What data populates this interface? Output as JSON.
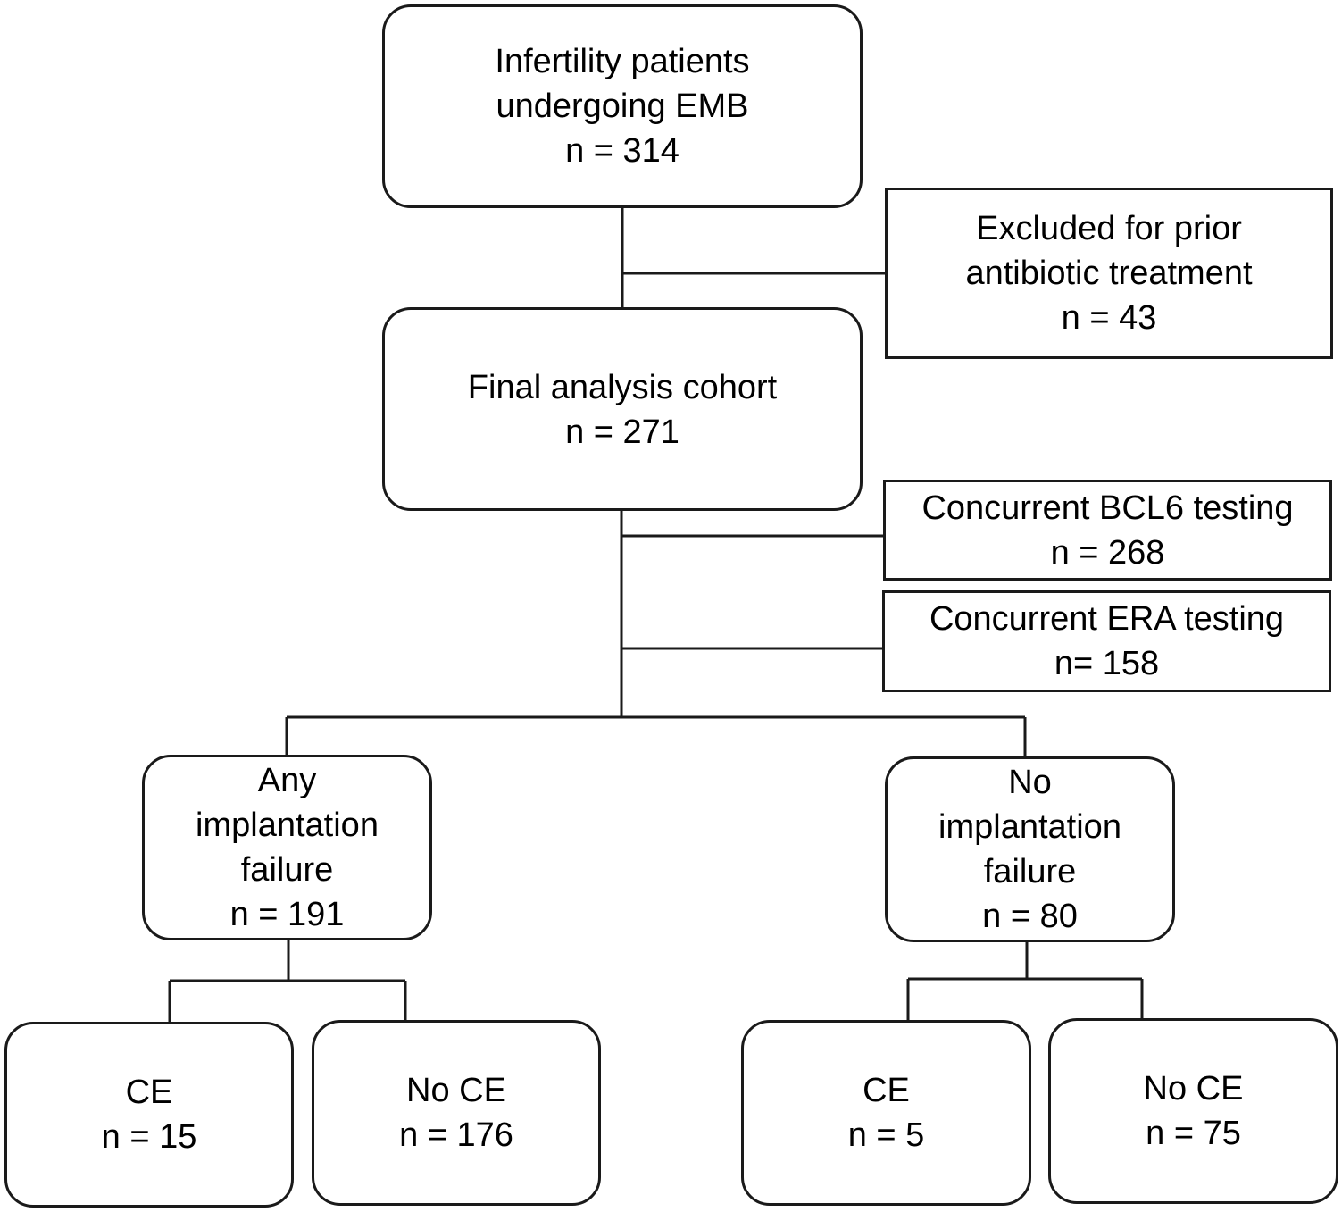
{
  "nodes": {
    "emb": {
      "lines": [
        "Infertility patients",
        "undergoing EMB",
        "n = 314"
      ]
    },
    "excluded": {
      "lines": [
        "Excluded for prior",
        "antibiotic treatment",
        "n = 43"
      ]
    },
    "cohort": {
      "lines": [
        "Final analysis cohort",
        "n = 271"
      ]
    },
    "bcl6": {
      "lines": [
        "Concurrent BCL6 testing",
        "n = 268"
      ]
    },
    "era": {
      "lines": [
        "Concurrent ERA testing",
        "n= 158"
      ]
    },
    "any_failure": {
      "lines": [
        "Any",
        "implantation",
        "failure",
        "n = 191"
      ]
    },
    "no_failure": {
      "lines": [
        "No",
        "implantation",
        "failure",
        "n = 80"
      ]
    },
    "any_ce": {
      "lines": [
        "CE",
        "n = 15"
      ]
    },
    "any_no_ce": {
      "lines": [
        "No CE",
        "n = 176"
      ]
    },
    "no_ce": {
      "lines": [
        "CE",
        "n = 5"
      ]
    },
    "no_no_ce": {
      "lines": [
        "No CE",
        "n = 75"
      ]
    }
  }
}
